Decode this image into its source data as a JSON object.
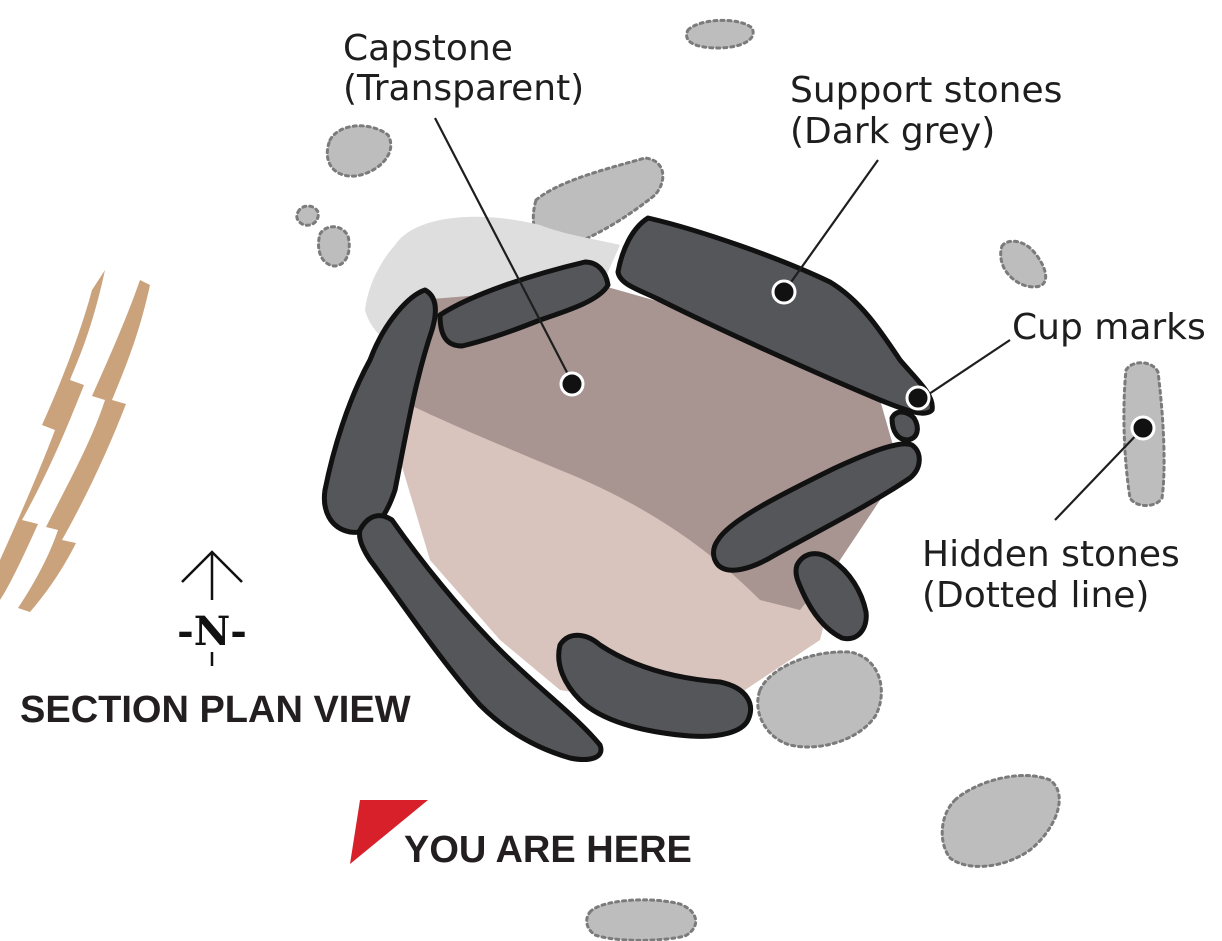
{
  "labels": {
    "capstone": [
      "Capstone",
      "(Transparent)"
    ],
    "support": [
      "Support stones",
      "(Dark grey)"
    ],
    "cup": "Cup marks",
    "hidden": [
      "Hidden stones",
      "(Dotted line)"
    ],
    "north": "-N-",
    "view": "SECTION PLAN VIEW",
    "here": "YOU ARE HERE"
  },
  "colors": {
    "capstone_fill": "#d9c3bd",
    "capstone_overlap": "#a89592",
    "support_fill": "#55565a",
    "hidden_fill": "#bdbdbe",
    "marker": "#d7202a",
    "track": "#caa27b"
  },
  "icons": {
    "north": "north-arrow-icon",
    "here": "you-are-here-marker-icon"
  }
}
